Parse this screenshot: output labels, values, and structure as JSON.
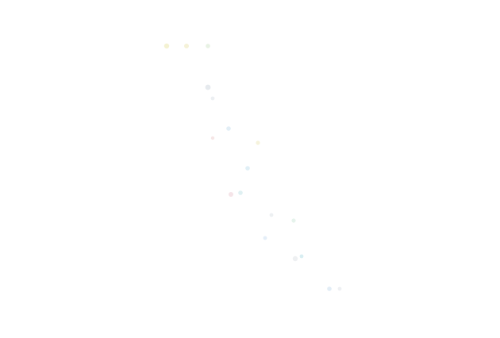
{
  "background_color": "#ffffff",
  "marks": [
    {
      "name": "faint-dot-yellow-1",
      "color": "#f4f2d2"
    },
    {
      "name": "faint-dot-yellow-2",
      "color": "#f5f2d8"
    },
    {
      "name": "faint-dot-green-1",
      "color": "#e8f2e4"
    },
    {
      "name": "faint-dot-gray-1",
      "color": "#e6eaee"
    },
    {
      "name": "faint-dot-gray-2",
      "color": "#eceff2"
    },
    {
      "name": "faint-dot-blue-1",
      "color": "#e2eef6"
    },
    {
      "name": "faint-dot-pink-1",
      "color": "#f6e6e6"
    },
    {
      "name": "faint-dot-yellow-3",
      "color": "#f6f3dc"
    },
    {
      "name": "faint-dot-blue-2",
      "color": "#e0eff6"
    },
    {
      "name": "faint-dot-pink-2",
      "color": "#f5e4e8"
    },
    {
      "name": "faint-dot-cyan-1",
      "color": "#dff0f2"
    },
    {
      "name": "faint-dot-gray-3",
      "color": "#edf0f2"
    },
    {
      "name": "faint-dot-green-2",
      "color": "#e6f3ec"
    },
    {
      "name": "faint-dot-blue-3",
      "color": "#e4eef8"
    },
    {
      "name": "faint-dot-gray-4",
      "color": "#eef0f2"
    },
    {
      "name": "faint-dot-cyan-2",
      "color": "#d8eef2"
    },
    {
      "name": "faint-dot-blue-4",
      "color": "#e2edf6"
    },
    {
      "name": "faint-dot-gray-5",
      "color": "#eef0f3"
    }
  ]
}
